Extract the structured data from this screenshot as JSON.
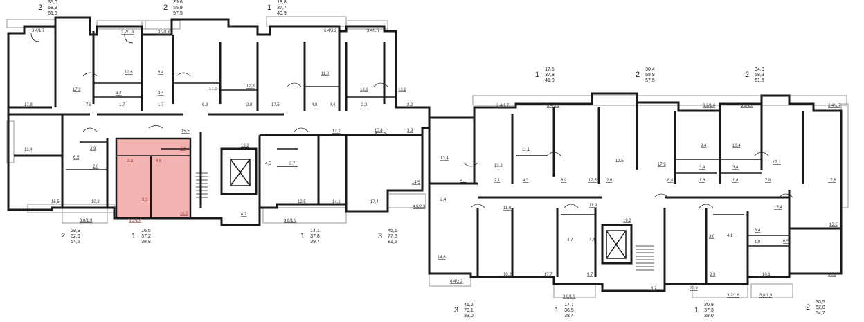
{
  "apartments": [
    {
      "id": "a1",
      "rooms": "2",
      "areas": [
        "35,0",
        "58,3",
        "61,6"
      ]
    },
    {
      "id": "a2",
      "rooms": "2",
      "areas": [
        "29,6",
        "55,9",
        "57,5"
      ]
    },
    {
      "id": "a3",
      "rooms": "1",
      "areas": [
        "18,8",
        "37,7",
        "40,9"
      ]
    },
    {
      "id": "a4",
      "rooms": "1",
      "areas": [
        "17,5",
        "37,8",
        "41,0"
      ]
    },
    {
      "id": "a5",
      "rooms": "2",
      "areas": [
        "30,4",
        "55,9",
        "57,5"
      ]
    },
    {
      "id": "a6",
      "rooms": "2",
      "areas": [
        "34,9",
        "58,3",
        "61,6"
      ]
    },
    {
      "id": "a7",
      "rooms": "2",
      "areas": [
        "29,9",
        "52,6",
        "54,5"
      ]
    },
    {
      "id": "a8",
      "rooms": "1",
      "areas": [
        "16,5",
        "37,2",
        "38,8"
      ]
    },
    {
      "id": "a9",
      "rooms": "1",
      "areas": [
        "14,1",
        "37,8",
        "39,7"
      ]
    },
    {
      "id": "a10",
      "rooms": "3",
      "areas": [
        "45,1",
        "77,5",
        "81,5"
      ]
    },
    {
      "id": "a11",
      "rooms": "3",
      "areas": [
        "46,2",
        "79,1",
        "83,0"
      ]
    },
    {
      "id": "a12",
      "rooms": "1",
      "areas": [
        "17,7",
        "36,5",
        "38,4"
      ]
    },
    {
      "id": "a13",
      "rooms": "1",
      "areas": [
        "20,9",
        "37,3",
        "38,0"
      ]
    },
    {
      "id": "a14",
      "rooms": "2",
      "areas": [
        "30,5",
        "52,8",
        "54,7"
      ]
    }
  ],
  "selected_labels": [
    "3,8",
    "4,6",
    "2,8",
    "9,5",
    "16,5",
    "3,2/1,6"
  ],
  "room_labels": [
    "3,4/1,7",
    "3,2/1,6",
    "3,2/1,6",
    "6,4/3,2",
    "3,4/1,7",
    "17,2",
    "10,6",
    "9,4",
    "17,0",
    "11,0",
    "13,6",
    "13,2",
    "3,4",
    "3,4",
    "12,8",
    "17,8",
    "7,8",
    "1,7",
    "1,7",
    "6,8",
    "2,8",
    "17,5",
    "4,8",
    "4,4",
    "2,3",
    "2,2",
    "15,5",
    "19,2",
    "12,2",
    "10,4",
    "3,9",
    "13,4",
    "6,5",
    "3,9",
    "2,0",
    "4,5",
    "6,7",
    "14,5",
    "16,5",
    "10,3",
    "12,5",
    "14,1",
    "17,4",
    "4,6/2,3",
    "8,7",
    "3,8/1,9",
    "3,8/1,9",
    "3,4/1,7",
    "6,4/3,2",
    "3,2/1,6",
    "3,2/1,6",
    "3,4/1,7",
    "13,4",
    "11,1",
    "13,3",
    "12,5",
    "9,4",
    "10,4",
    "17,9",
    "17,1",
    "4,1",
    "2,1",
    "4,3",
    "6,9",
    "17,5",
    "2,6",
    "8,0",
    "3,4",
    "1,8",
    "3,4",
    "1,8",
    "7,8",
    "17,8",
    "2,4",
    "11,0",
    "11,9",
    "15,4",
    "19,2",
    "13,6",
    "4,7",
    "4,4",
    "3,0",
    "4,1",
    "3,4",
    "1,9",
    "6,5",
    "14,6",
    "18,2",
    "17,7",
    "9,7",
    "8,7",
    "20,9",
    "9,3",
    "10,1",
    "16,9",
    "4,4/2,2",
    "3,8/1,9",
    "3,2/1,6",
    "3,8/1,9"
  ]
}
